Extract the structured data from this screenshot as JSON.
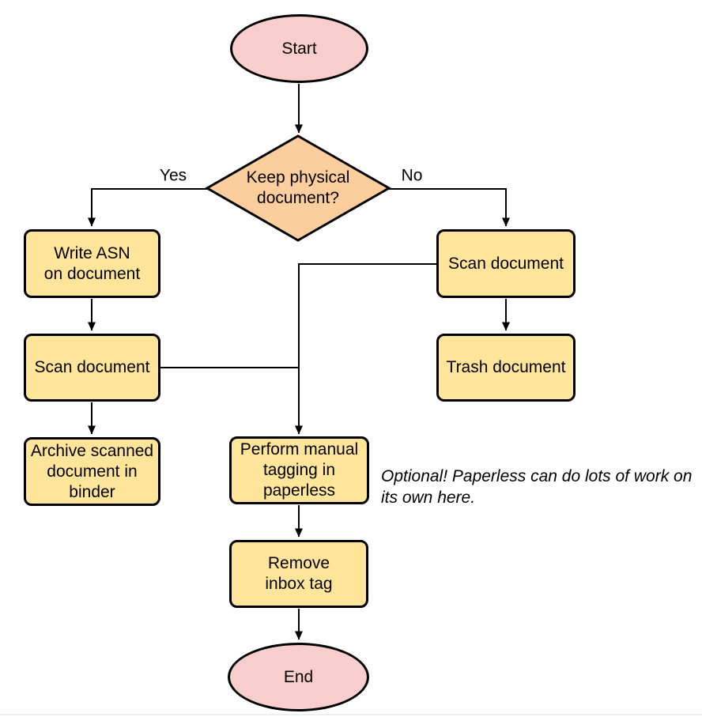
{
  "colors": {
    "terminal_fill": "#f8cecc",
    "decision_fill": "#fcce9e",
    "process_fill": "#ffe599",
    "stroke": "#000000",
    "bottom_border": "#eeeeee"
  },
  "nodes": {
    "start": {
      "label": "Start",
      "type": "terminal"
    },
    "keep_physical": {
      "label": "Keep physical\ndocument?",
      "type": "decision"
    },
    "write_asn": {
      "label": "Write ASN\non document",
      "type": "process"
    },
    "scan_document_left": {
      "label": "Scan document",
      "type": "process"
    },
    "archive_binder": {
      "label": "Archive scanned\ndocument in\nbinder",
      "type": "process"
    },
    "scan_document_right": {
      "label": "Scan document",
      "type": "process"
    },
    "trash_document": {
      "label": "Trash document",
      "type": "process"
    },
    "manual_tagging": {
      "label": "Perform manual\ntagging in\npaperless",
      "type": "process"
    },
    "remove_inbox_tag": {
      "label": "Remove\ninbox tag",
      "type": "process"
    },
    "end": {
      "label": "End",
      "type": "terminal"
    }
  },
  "edge_labels": {
    "yes": "Yes",
    "no": "No"
  },
  "edges": [
    {
      "from": "start",
      "to": "keep_physical",
      "label": ""
    },
    {
      "from": "keep_physical",
      "to": "write_asn",
      "label": "Yes"
    },
    {
      "from": "keep_physical",
      "to": "scan_document_right",
      "label": "No"
    },
    {
      "from": "write_asn",
      "to": "scan_document_left",
      "label": ""
    },
    {
      "from": "scan_document_left",
      "to": "archive_binder",
      "label": ""
    },
    {
      "from": "scan_document_right",
      "to": "trash_document",
      "label": ""
    },
    {
      "from": "scan_document_right",
      "to": "manual_tagging",
      "label": ""
    },
    {
      "from": "scan_document_left",
      "to": "manual_tagging",
      "label": ""
    },
    {
      "from": "manual_tagging",
      "to": "remove_inbox_tag",
      "label": ""
    },
    {
      "from": "remove_inbox_tag",
      "to": "end",
      "label": ""
    }
  ],
  "annotation": {
    "text": "Optional! Paperless can do lots of work on\nits own here."
  }
}
